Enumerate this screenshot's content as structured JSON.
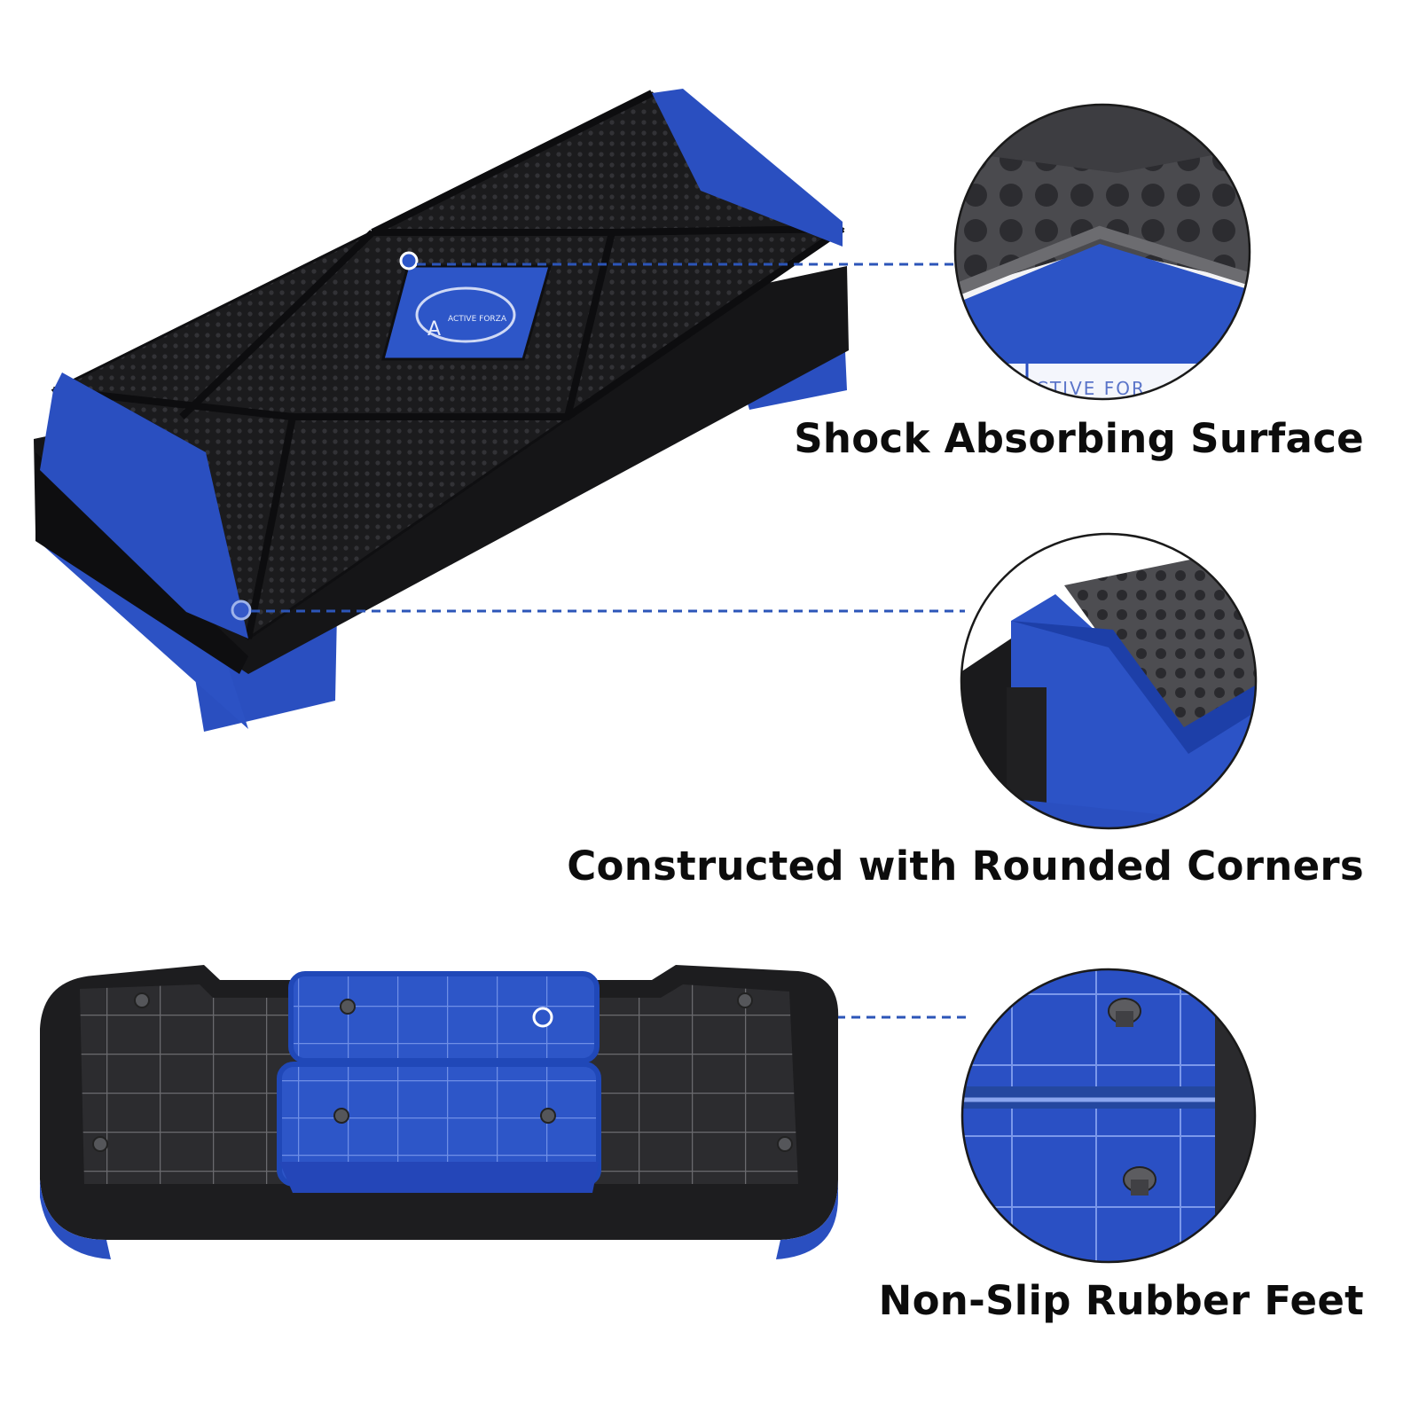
{
  "product": {
    "logo_text": "ACTIVE FORZA",
    "logo_mark": "A",
    "zoom_logo_fragment": "CTIVE FOR"
  },
  "features": [
    {
      "label": "Shock Absorbing Surface"
    },
    {
      "label": "Constructed with Rounded Corners"
    },
    {
      "label": "Non-Slip Rubber Feet"
    }
  ],
  "colors": {
    "background": "#ffffff",
    "platform_black": "#1c1c1e",
    "accent_blue": "#2a4fc0",
    "callout_line": "#2c55b8",
    "label_text": "#0c0c0c"
  }
}
